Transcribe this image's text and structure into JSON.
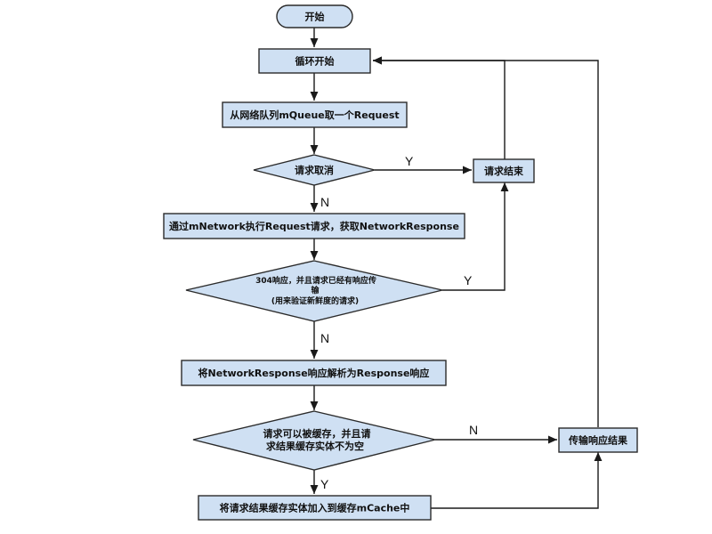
{
  "nodes": {
    "start": "开始",
    "loop_start": "循环开始",
    "take_request": "从网络队列mQueue取一个Request",
    "cancel_check": "请求取消",
    "request_end": "请求结束",
    "perform": "通过mNetwork执行Request请求，获取NetworkResponse",
    "check304": {
      "line1": "304响应，并且请求已经有响应传",
      "line2": "输",
      "line3": "(用来验证新鲜度的请求)"
    },
    "parse": "将NetworkResponse响应解析为Response响应",
    "cache_check": {
      "line1": "请求可以被缓存，并且请",
      "line2": "求结果缓存实体不为空"
    },
    "deliver": "传输响应结果",
    "put_cache": "将请求结果缓存实体加入到缓存mCache中"
  },
  "edge_labels": {
    "cancel_yes": "Y",
    "cancel_no": "N",
    "check304_yes": "Y",
    "check304_no": "N",
    "cache_no": "N",
    "cache_yes": "Y"
  }
}
